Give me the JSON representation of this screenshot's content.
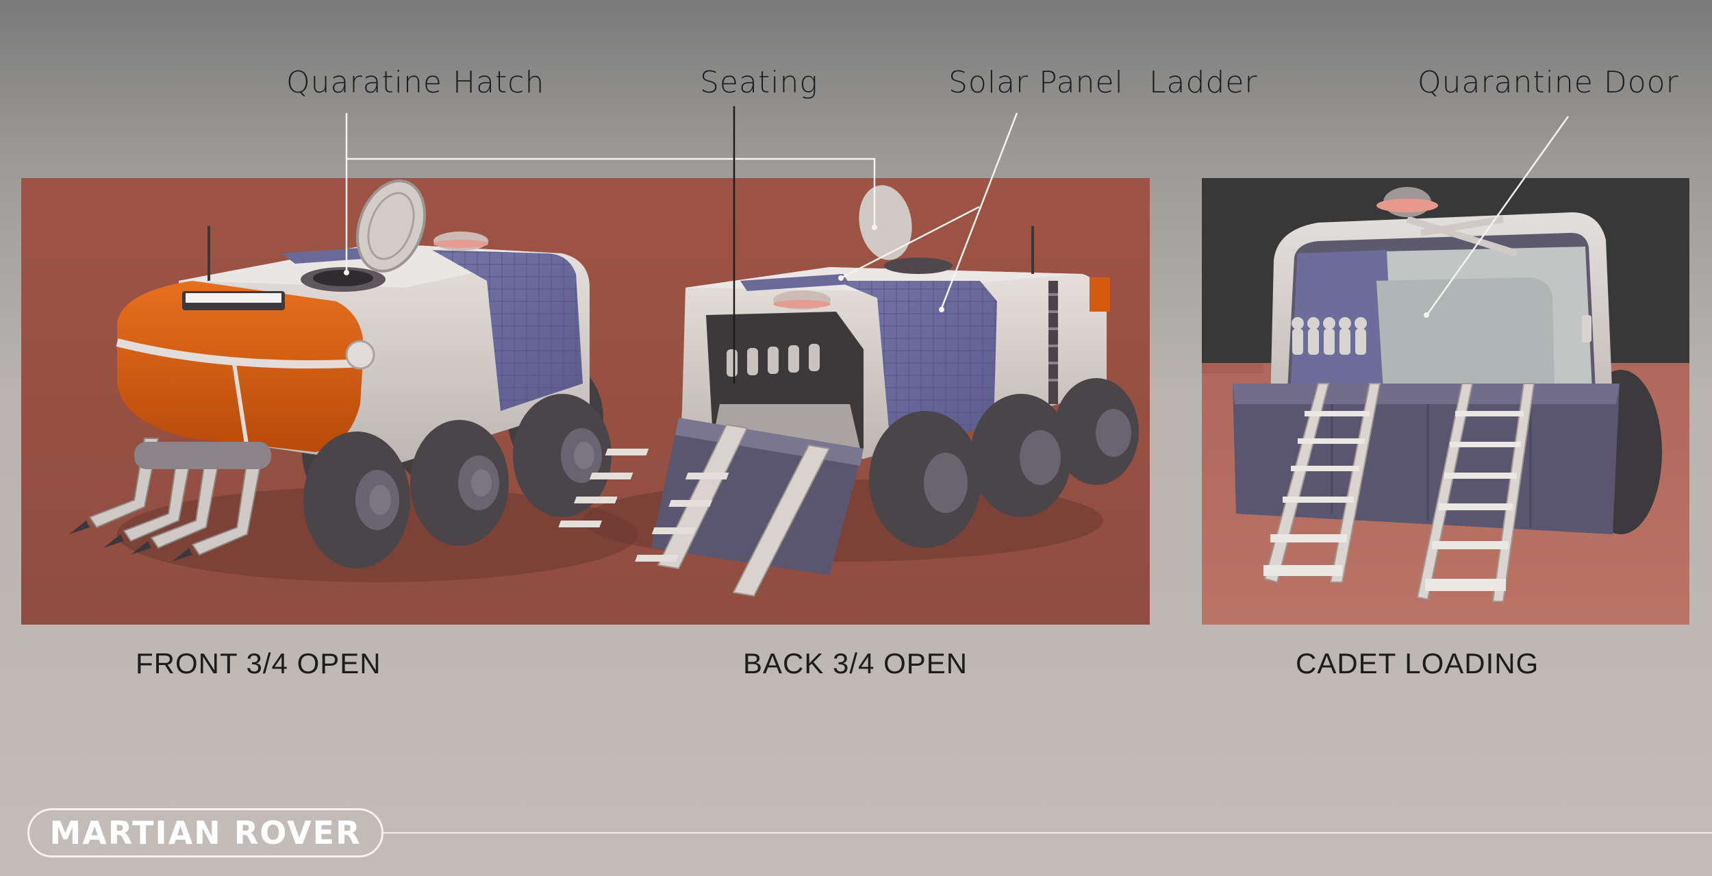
{
  "callouts": {
    "hatch": "Quaratine Hatch",
    "seating": "Seating",
    "solar": "Solar Panel",
    "ladder": "Ladder",
    "door": "Quarantine Door"
  },
  "captions": {
    "front": "FRONT 3/4 OPEN",
    "back": "BACK 3/4 OPEN",
    "cadet": "CADET LOADING"
  },
  "title": "MARTIAN ROVER",
  "colors": {
    "mars_ground": "#9a5648",
    "rover_body": "#d6d0cc",
    "solar": "#6a6a98",
    "orange": "#d45a10",
    "tire": "#4a4548",
    "dark_bg": "#3a3a3a"
  }
}
